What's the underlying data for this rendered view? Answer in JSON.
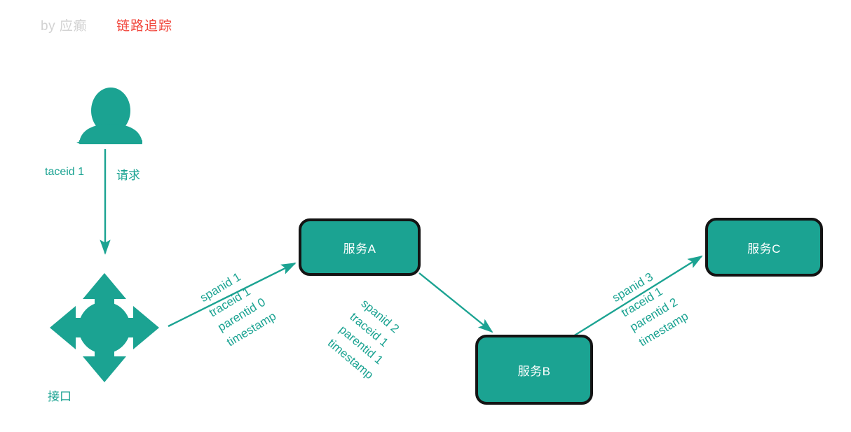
{
  "header": {
    "byline": "by 应癫",
    "title": "链路追踪",
    "byline_color": "#d2d2d2",
    "title_color": "#f1473d"
  },
  "theme": {
    "accent": "#1ba392",
    "box_border": "#141414",
    "box_text": "#ffffff",
    "background": "#ffffff"
  },
  "diagram": {
    "type": "distributed-tracing-flow",
    "nodes": [
      {
        "id": "user",
        "kind": "user-icon",
        "label": ""
      },
      {
        "id": "interface",
        "kind": "move-arrows-icon",
        "label": "接口"
      },
      {
        "id": "svc_a",
        "kind": "service-box",
        "label": "服务A"
      },
      {
        "id": "svc_b",
        "kind": "service-box",
        "label": "服务B"
      },
      {
        "id": "svc_c",
        "kind": "service-box",
        "label": "服务C"
      }
    ],
    "request_edge": {
      "from": "user",
      "to": "interface",
      "left_label": "taceid 1",
      "right_label": "请求"
    },
    "span_edges": [
      {
        "from": "interface",
        "to": "svc_a",
        "lines": [
          "spanid 1",
          "traceid 1",
          "parentid 0",
          "timestamp"
        ]
      },
      {
        "from": "svc_a",
        "to": "svc_b",
        "lines": [
          "spanid 2",
          "traceid 1",
          "parentid 1",
          "timestamp"
        ]
      },
      {
        "from": "svc_b",
        "to": "svc_c",
        "lines": [
          "spanid 3",
          "traceid 1",
          "parentid 2",
          "timestamp"
        ]
      }
    ]
  }
}
